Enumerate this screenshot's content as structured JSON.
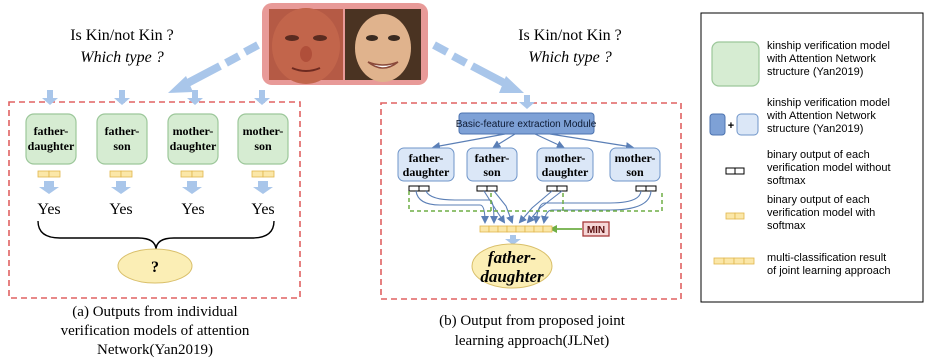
{
  "question": {
    "left": "Is Kin/not Kin ?",
    "left_type": "Which type ?",
    "right": "Is Kin/not Kin ?",
    "right_type": "Which type ?"
  },
  "panel_a": {
    "models": [
      [
        "father-",
        "daughter"
      ],
      [
        "father-",
        "son"
      ],
      [
        "mother-",
        "daughter"
      ],
      [
        "mother-",
        "son"
      ]
    ],
    "answers": [
      "Yes",
      "Yes",
      "Yes",
      "Yes"
    ],
    "result": "?",
    "caption": [
      "(a) Outputs from individual",
      "verification models of attention",
      "Network(Yan2019)"
    ]
  },
  "panel_b": {
    "module": "Basic-feature extraction Module",
    "models": [
      [
        "father-",
        "daughter"
      ],
      [
        "father-",
        "son"
      ],
      [
        "mother-",
        "daughter"
      ],
      [
        "mother-",
        "son"
      ]
    ],
    "min_label": "MIN",
    "result": [
      "father-",
      "daughter"
    ],
    "caption": [
      "(b) Output from proposed joint",
      "learning approach(JLNet)"
    ]
  },
  "legend": {
    "items": [
      [
        "kinship verification model",
        "with Attention Network",
        "structure (Yan2019)"
      ],
      [
        "kinship verification model",
        "with Attention Network",
        "structure (Yan2019)"
      ],
      [
        "binary output of each",
        "verification model without",
        "softmax"
      ],
      [
        "binary output of each",
        "verification model with",
        "softmax"
      ],
      [
        "multi-classification result",
        "of joint learning approach"
      ]
    ],
    "plus": "+"
  },
  "colors": {
    "green_fill": "#d6ecd2",
    "green_stroke": "#9cc79a",
    "blue_fill": "#dbe7f7",
    "blue_stroke": "#6f95c9",
    "module_fill": "#7ea1d6",
    "arrow": "#a9c6ea",
    "red_dash": "#e06262",
    "yellow_fill": "#fbe7a8",
    "yellow_stroke": "#e2b64c",
    "ellipse_fill": "#fbeeb5",
    "green_dash": "#6fae45"
  }
}
